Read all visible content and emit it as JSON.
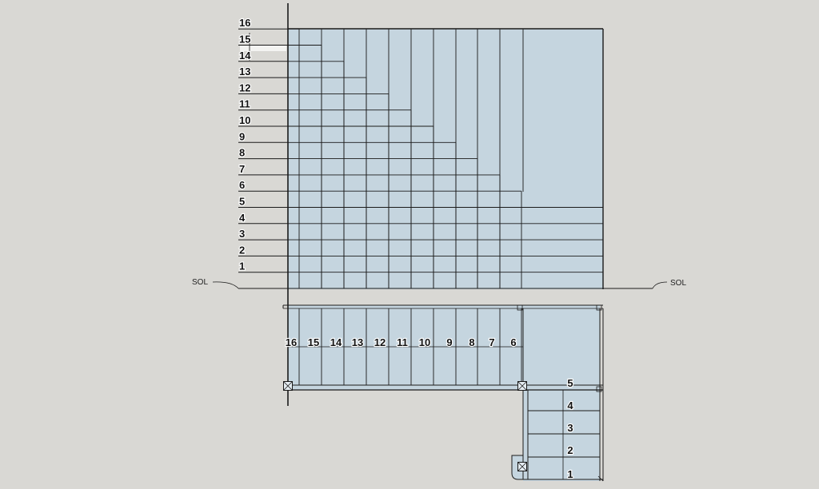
{
  "colors": {
    "background": "#d9d8d4",
    "panel_fill": "#c5d5df",
    "line": "#1a1a1a",
    "label_text": "#111111",
    "label_halo": "#ffffff"
  },
  "elevation": {
    "ground_label_left": "SOL",
    "ground_label_right": "SOL",
    "level_labels": [
      "1",
      "2",
      "3",
      "4",
      "5",
      "6",
      "7",
      "8",
      "9",
      "10",
      "11",
      "12",
      "13",
      "14",
      "15",
      "16"
    ]
  },
  "plan": {
    "upper_flight_labels": [
      "16",
      "15",
      "14",
      "13",
      "12",
      "11",
      "10",
      "9",
      "8",
      "7",
      "6"
    ],
    "lower_flight_labels": [
      "1",
      "2",
      "3",
      "4",
      "5"
    ],
    "post_icon": "post-cross-icon"
  }
}
